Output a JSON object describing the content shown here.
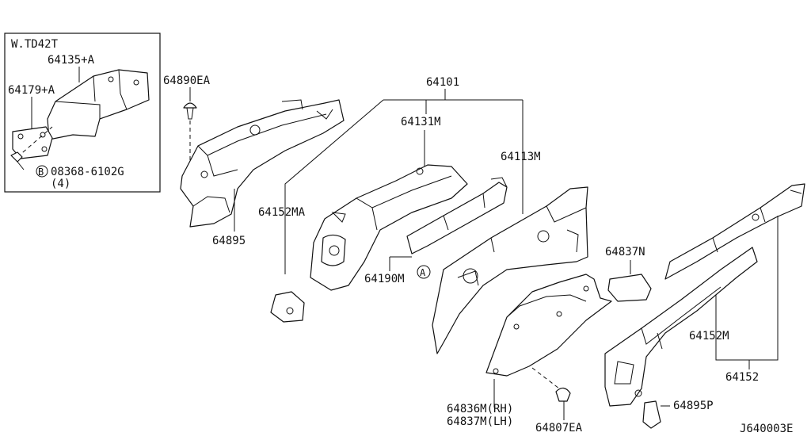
{
  "inset": {
    "variant": "W.TD42T",
    "labels": {
      "p64135A": "64135+A",
      "p64179A": "64179+A",
      "bolt": "08368-6102G",
      "bolt_marker": "B",
      "bolt_qty": "(4)"
    }
  },
  "labels": {
    "p64890EA": "64890EA",
    "p64101": "64101",
    "p64131M": "64131M",
    "p64113M": "64113M",
    "p64152MA": "64152MA",
    "p64895": "64895",
    "p64190M": "64190M",
    "marker_a": "A",
    "p64837N": "64837N",
    "p64152M": "64152M",
    "p64152": "64152",
    "p64836M_rh": "64836M(RH)",
    "p64837M_lh": "64837M(LH)",
    "p64807EA": "64807EA",
    "p64895P": "64895P"
  },
  "figure_code": "J640003E",
  "icons": [
    "inset-bracket-icon",
    "bolt-icon",
    "clip-icon",
    "fender-apron-icon",
    "reinforcement-icon",
    "side-member-icon",
    "splash-shield-icon",
    "grommet-icon",
    "patch-icon"
  ]
}
